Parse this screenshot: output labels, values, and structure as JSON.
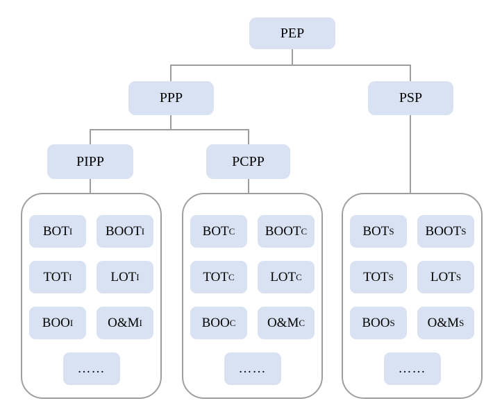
{
  "colors": {
    "node_fill": "#d9e2f2",
    "connector": "#9e9e9e",
    "group_border": "#9e9e9e",
    "text": "#000000",
    "background": "#ffffff"
  },
  "tree": {
    "root": {
      "label": "PEP"
    },
    "branches": [
      {
        "label": "PPP"
      },
      {
        "label": "PSP"
      }
    ],
    "sub_branches": [
      {
        "label": "PIPP"
      },
      {
        "label": "PCPP"
      }
    ],
    "groups": [
      {
        "items": [
          {
            "main": "BOT",
            "sub": "I"
          },
          {
            "main": "BOOT",
            "sub": "I"
          },
          {
            "main": "TOT",
            "sub": "I"
          },
          {
            "main": "LOT",
            "sub": "I"
          },
          {
            "main": "BOO",
            "sub": "I"
          },
          {
            "main": "O&M",
            "sub": "I"
          }
        ],
        "ellipsis": "……"
      },
      {
        "items": [
          {
            "main": "BOT",
            "sub": "C"
          },
          {
            "main": "BOOT",
            "sub": "C"
          },
          {
            "main": "TOT",
            "sub": "C"
          },
          {
            "main": "LOT",
            "sub": "C"
          },
          {
            "main": "BOO",
            "sub": "C"
          },
          {
            "main": "O&M",
            "sub": "C"
          }
        ],
        "ellipsis": "……"
      },
      {
        "items": [
          {
            "main": "BOT",
            "sub": "S"
          },
          {
            "main": "BOOT",
            "sub": "S"
          },
          {
            "main": "TOT",
            "sub": "S"
          },
          {
            "main": "LOT",
            "sub": "S"
          },
          {
            "main": "BOO",
            "sub": "S"
          },
          {
            "main": "O&M",
            "sub": "S"
          }
        ],
        "ellipsis": "……"
      }
    ]
  }
}
